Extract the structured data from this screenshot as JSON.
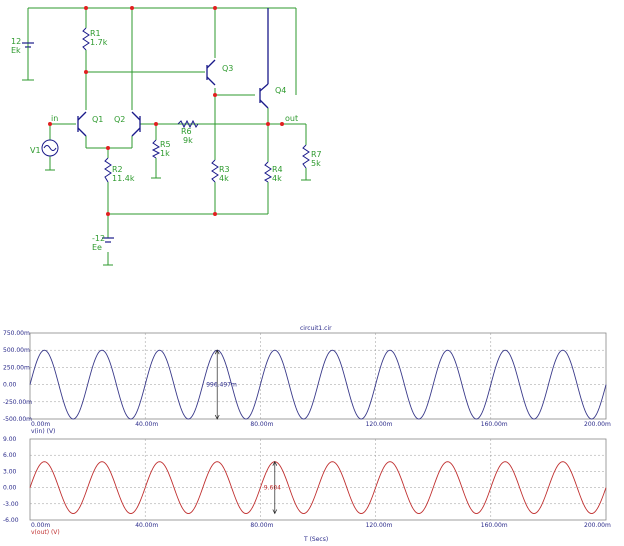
{
  "schematic": {
    "labels": {
      "r1": "R1",
      "r1v": "1.7k",
      "r2": "R2",
      "r2v": "11.4k",
      "r3": "R3",
      "r3v": "4k",
      "r4": "R4",
      "r4v": "4k",
      "r5": "R5",
      "r5v": "1k",
      "r6": "R6",
      "r6v": "9k",
      "r7": "R7",
      "r7v": "5k",
      "q1": "Q1",
      "q2": "Q2",
      "q3": "Q3",
      "q4": "Q4",
      "v1": "V1",
      "ek_val": "12",
      "ek": "Ek",
      "ee_val": "-12",
      "ee": "Ee",
      "in": "in",
      "out": "out"
    },
    "colors": {
      "wire": "#2e9a2e",
      "node": "#e02020",
      "component": "#1a1a8a",
      "label": "#2e9a2e"
    }
  },
  "chart_data": [
    {
      "type": "line",
      "title": "circuit1.cir",
      "series": [
        {
          "name": "v(in) (V)",
          "color": "#3a3a8a",
          "amplitude": 0.5,
          "period_ms": 20,
          "phase": "sine"
        }
      ],
      "x": {
        "min": 0,
        "max": 200,
        "unit": "ms",
        "ticks": [
          "0.00m",
          "40.00m",
          "80.00m",
          "120.00m",
          "160.00m",
          "200.00m"
        ]
      },
      "y": {
        "min": -0.5,
        "max": 0.75,
        "ticks": [
          "750.00m",
          "500.00m",
          "250.00m",
          "0.00",
          "-250.00m",
          "-500.00m"
        ]
      },
      "marker": {
        "label": "996.497m",
        "x_ms": 65
      },
      "xlabel_text": "v(in) (V)",
      "grid": true
    },
    {
      "type": "line",
      "title": "",
      "series": [
        {
          "name": "v(out) (V)",
          "color": "#c03030",
          "amplitude": 4.8,
          "period_ms": 20,
          "phase": "sine"
        }
      ],
      "x": {
        "min": 0,
        "max": 200,
        "unit": "ms",
        "ticks": [
          "0.00m",
          "40.00m",
          "80.00m",
          "120.00m",
          "160.00m",
          "200.00m"
        ]
      },
      "y": {
        "min": -6,
        "max": 9,
        "ticks": [
          "9.00",
          "6.00",
          "3.00",
          "0.00",
          "-3.00",
          "-6.00"
        ]
      },
      "marker": {
        "label": "9.604",
        "x_ms": 85
      },
      "xlabel_text": "v(out) (V)",
      "xaxis_label": "T (Secs)",
      "grid": true
    }
  ]
}
